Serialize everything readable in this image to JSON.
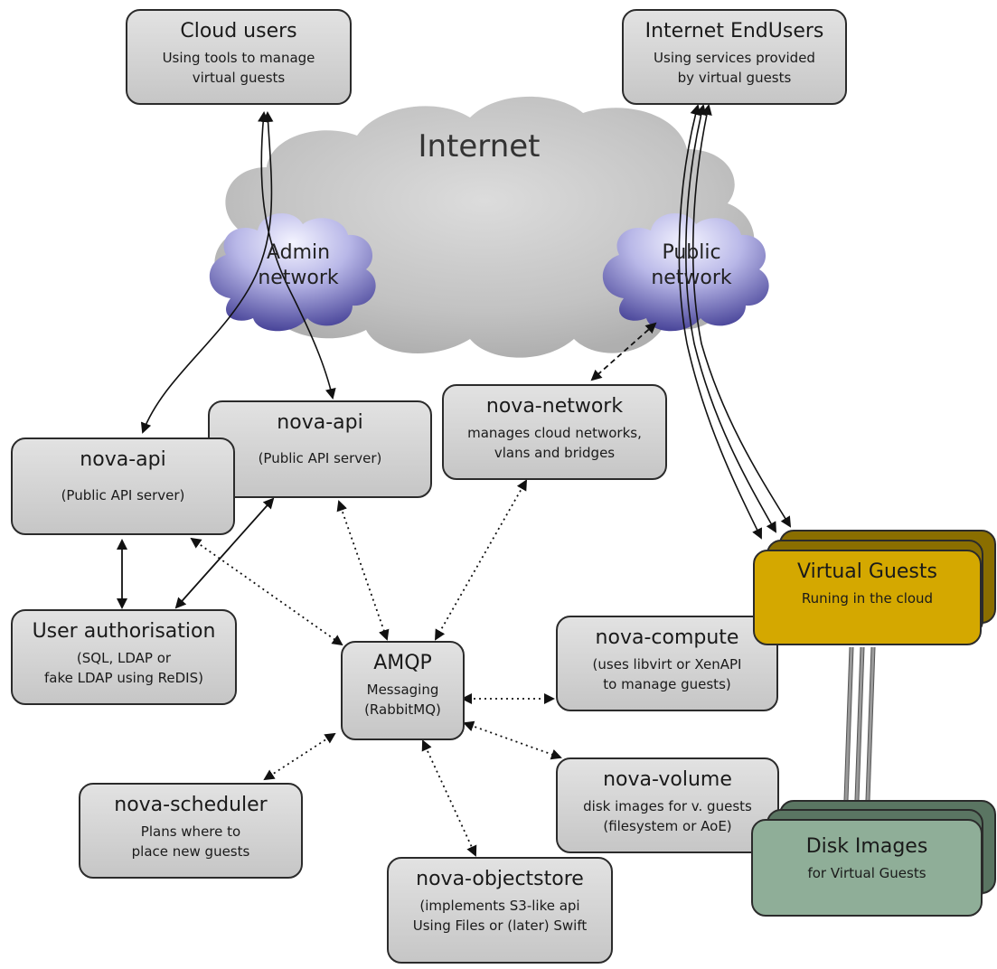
{
  "cloud_label": "Internet",
  "admin_network": "Admin\nnetwork",
  "public_network": "Public\nnetwork",
  "boxes": {
    "cloud_users": {
      "title": "Cloud users",
      "sub": "Using tools to manage\nvirtual guests"
    },
    "internet_endusers": {
      "title": "Internet EndUsers",
      "sub": "Using services provided\nby virtual guests"
    },
    "nova_api_1": {
      "title": "nova-api",
      "sub": "(Public API server)"
    },
    "nova_api_2": {
      "title": "nova-api",
      "sub": "(Public API server)"
    },
    "nova_network": {
      "title": "nova-network",
      "sub": "manages cloud networks,\nvlans and bridges"
    },
    "user_auth": {
      "title": "User authorisation",
      "sub": "(SQL, LDAP or\nfake LDAP using ReDIS)"
    },
    "amqp": {
      "title": "AMQP",
      "sub": "Messaging\n(RabbitMQ)"
    },
    "nova_compute": {
      "title": "nova-compute",
      "sub": "(uses libvirt or XenAPI\nto manage guests)"
    },
    "nova_volume": {
      "title": "nova-volume",
      "sub": "disk images for  v. guests\n(filesystem or AoE)"
    },
    "nova_scheduler": {
      "title": "nova-scheduler",
      "sub": "Plans where to\nplace new guests"
    },
    "nova_objectstore": {
      "title": "nova-objectstore",
      "sub": "(implements S3-like api\nUsing Files or (later) Swift"
    },
    "virtual_guests": {
      "title": "Virtual Guests",
      "sub": "Runing in the cloud"
    },
    "disk_images": {
      "title": "Disk Images",
      "sub": "for Virtual Guests"
    }
  }
}
